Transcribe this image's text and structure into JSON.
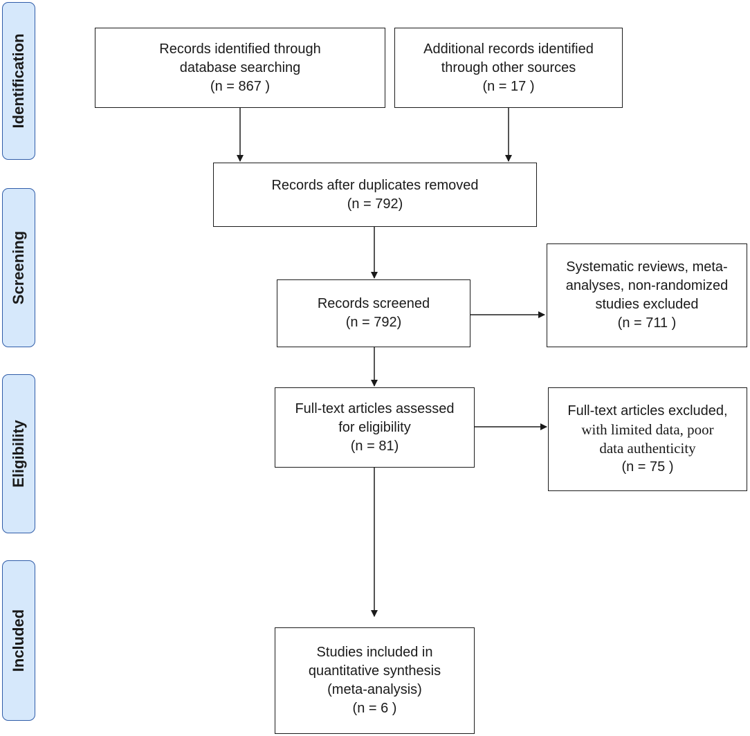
{
  "stages": [
    {
      "id": "identification",
      "label": "Identification"
    },
    {
      "id": "screening",
      "label": "Screening"
    },
    {
      "id": "eligibility",
      "label": "Eligibility"
    },
    {
      "id": "included",
      "label": "Included"
    }
  ],
  "boxes": {
    "database_records": {
      "lines": [
        "Records identified through",
        "database searching"
      ],
      "count": "(n = 867 )"
    },
    "other_sources": {
      "lines": [
        "Additional records identified",
        "through other sources"
      ],
      "count": "(n = 17 )"
    },
    "after_duplicates": {
      "lines": [
        "Records after duplicates removed"
      ],
      "count": "(n =  792)"
    },
    "screened": {
      "lines": [
        "Records screened"
      ],
      "count": "(n = 792)"
    },
    "screen_excluded": {
      "lines": [
        "Systematic reviews, meta-",
        "analyses, non-randomized",
        "studies excluded"
      ],
      "count": "(n = 711 )"
    },
    "full_text": {
      "lines": [
        "Full-text articles assessed",
        "for eligibility"
      ],
      "count": "(n = 81)"
    },
    "full_text_excluded": {
      "lines": [
        "Full-text articles excluded,",
        "with limited data, poor",
        "data authenticity"
      ],
      "count": "(n = 75 )"
    },
    "included": {
      "lines": [
        "Studies included in",
        "quantitative synthesis",
        "(meta-analysis)"
      ],
      "count": "(n =  6 )"
    }
  },
  "colors": {
    "stage_fill": "#d6e8fb",
    "stage_border": "#2f5ca8",
    "line": "#1a1a1a"
  }
}
